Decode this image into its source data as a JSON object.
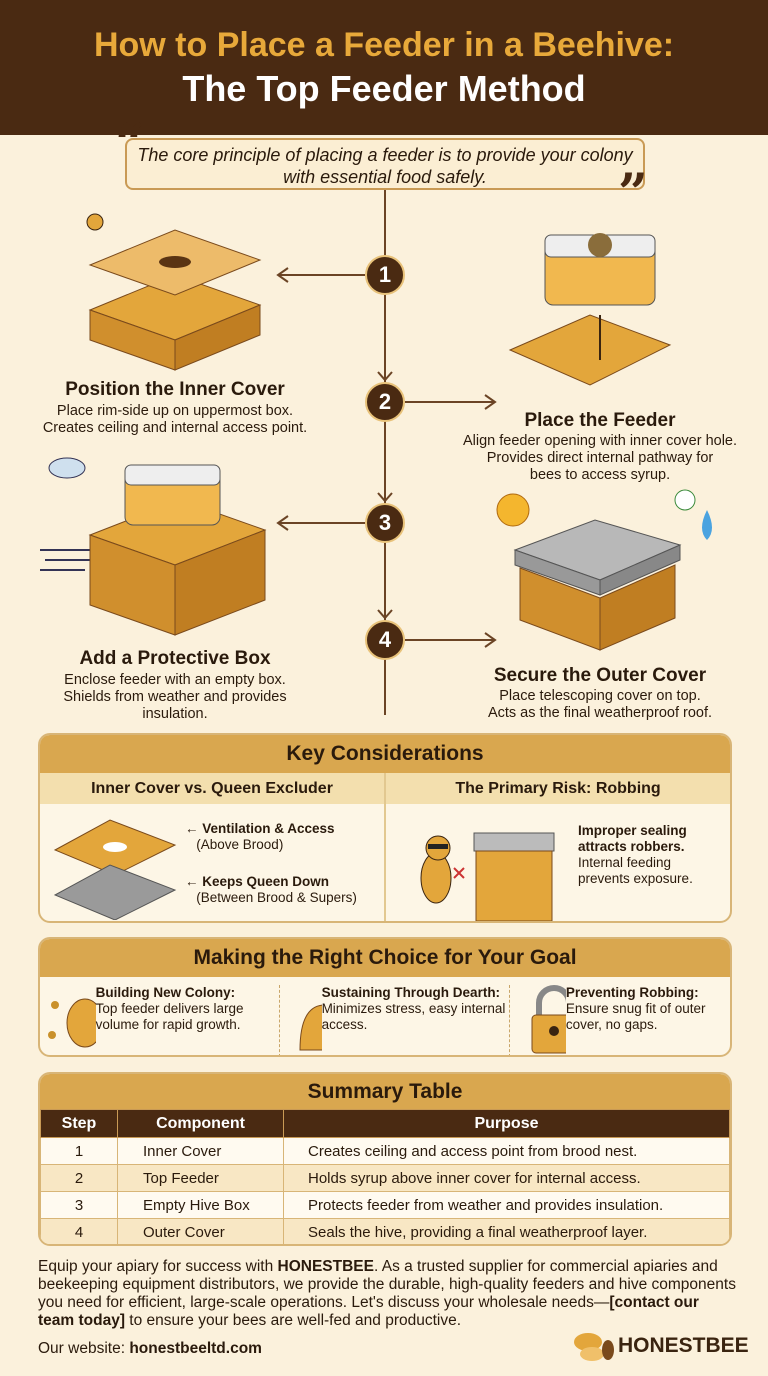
{
  "header": {
    "title_line1": "How to Place a Feeder in a Beehive:",
    "title_line2": "The Top Feeder Method"
  },
  "quote": "The core principle of placing a feeder is to provide your colony with essential food safely.",
  "steps": [
    {
      "number": "1",
      "title": "Position the Inner Cover",
      "desc": [
        "Place rim-side up on uppermost box.",
        "Creates ceiling and internal access point."
      ]
    },
    {
      "number": "2",
      "title": "Place the Feeder",
      "desc": [
        "Align feeder opening with inner cover hole.",
        "Provides direct internal pathway for",
        "bees to access syrup."
      ]
    },
    {
      "number": "3",
      "title": "Add a Protective Box",
      "desc": [
        "Enclose feeder with an empty box.",
        "Shields from weather and provides",
        "insulation."
      ]
    },
    {
      "number": "4",
      "title": "Secure the Outer Cover",
      "desc": [
        "Place telescoping cover on top.",
        "Acts as the final weatherproof roof."
      ]
    }
  ],
  "key": {
    "title": "Key Considerations",
    "left": {
      "title": "Inner Cover vs. Queen Excluder",
      "items": [
        {
          "bold": "Ventilation & Access",
          "note": "(Above Brood)"
        },
        {
          "bold": "Keeps Queen Down",
          "note": "(Between Brood & Supers)"
        }
      ]
    },
    "right": {
      "title": "The Primary Risk: Robbing",
      "bold": "Improper sealing attracts robbers.",
      "text": "Internal feeding prevents exposure."
    }
  },
  "choice": {
    "title": "Making the Right Choice for Your Goal",
    "items": [
      {
        "bold": "Building New Colony:",
        "text": "Top feeder delivers large volume for rapid growth.",
        "icon": "hive-with-bees-icon"
      },
      {
        "bold": "Sustaining Through Dearth:",
        "text": "Minimizes stress, easy internal access.",
        "icon": "skep-sun-icon"
      },
      {
        "bold": "Preventing Robbing:",
        "text": "Ensure snug fit of outer cover, no gaps.",
        "icon": "padlock-icon"
      }
    ]
  },
  "summary": {
    "title": "Summary Table",
    "columns": [
      "Step",
      "Component",
      "Purpose"
    ],
    "rows": [
      [
        "1",
        "Inner Cover",
        "Creates ceiling and access point from brood nest."
      ],
      [
        "2",
        "Top Feeder",
        "Holds syrup above inner cover for internal access."
      ],
      [
        "3",
        "Empty Hive Box",
        "Protects feeder from weather and provides insulation."
      ],
      [
        "4",
        "Outer Cover",
        "Seals the hive, providing a final weatherproof layer."
      ]
    ]
  },
  "footer": {
    "p1": "Equip your apiary for success with ",
    "brand": "HONESTBEE",
    "p2": ". As a trusted supplier for commercial apiaries and beekeeping equipment distributors, we provide the durable, high-quality feeders and hive components you need for efficient, large-scale operations. Let's discuss your wholesale needs—",
    "cta": "[contact our team today]",
    "p3": " to ensure your bees are well-fed and productive.",
    "website_label": "Our website: ",
    "website": "honestbeeltd.com",
    "logo": "HONESTBEE"
  },
  "colors": {
    "brown": "#4a2a12",
    "gold": "#e8a93a",
    "panel": "#d9a74f",
    "background": "#fbf1dc"
  }
}
